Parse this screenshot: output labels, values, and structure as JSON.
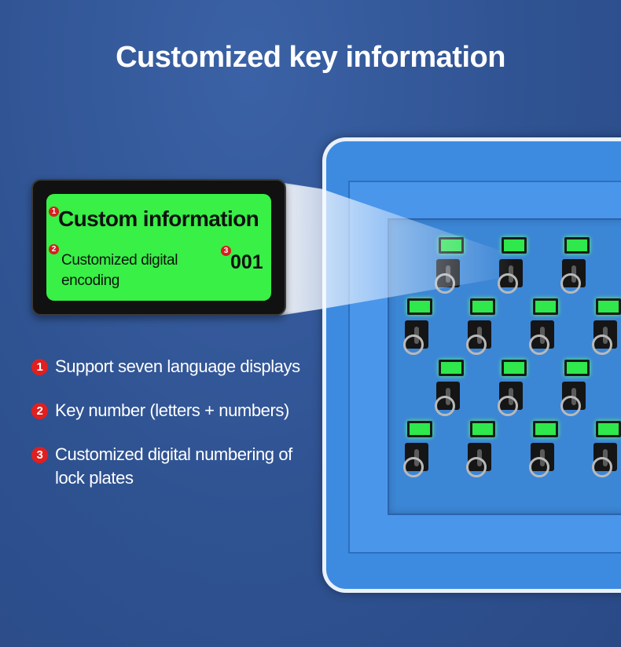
{
  "title": "Customized key information",
  "display": {
    "badges": [
      "1",
      "2",
      "3"
    ],
    "custom_info": "Custom information",
    "encoding": "Customized digital encoding",
    "code": "001"
  },
  "features": [
    {
      "num": "1",
      "text": "Support seven language displays"
    },
    {
      "num": "2",
      "text": "Key number (letters + numbers)"
    },
    {
      "num": "3",
      "text": "Customized digital numbering of lock plates"
    }
  ],
  "colors": {
    "background": "#2f5291",
    "cabinet": "#3d8be0",
    "screen": "#38f046",
    "led": "#2ee84c",
    "badge": "#d81e1e"
  },
  "icons": {
    "lock": "key-lock-icon",
    "indicator": "green-led-icon"
  }
}
